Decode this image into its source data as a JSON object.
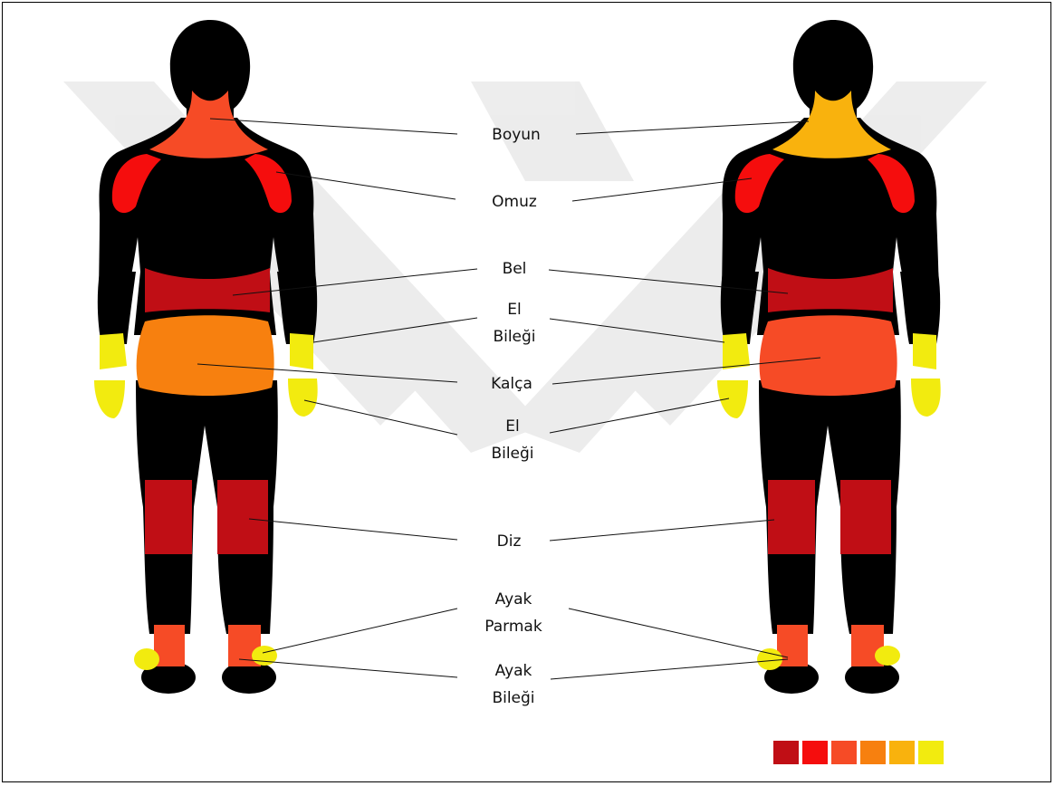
{
  "labels": {
    "neck": "Boyun",
    "shoulder": "Omuz",
    "waist": "Bel",
    "wrist_1_a": "El",
    "wrist_1_b": "Bileği",
    "hip": "Kalça",
    "wrist_2_a": "El",
    "wrist_2_b": "Bileği",
    "knee": "Diz",
    "toe_a": "Ayak",
    "toe_b": "Parmak",
    "ankle_a": "Ayak",
    "ankle_b": "Bileği"
  },
  "palette": [
    "#c00e15",
    "#f50d0d",
    "#f64b26",
    "#f7800f",
    "#f9b20d",
    "#f2eb0f"
  ],
  "colors": {
    "body": "#000000",
    "left_figure": {
      "neck": "#f64b26",
      "shoulder": "#f50d0d",
      "waist": "#c00e15",
      "hip": "#f7800f",
      "wrist": "#f2eb0f",
      "hand": "#f2eb0f",
      "knee": "#c00e15",
      "ankle": "#f64b26",
      "toe": "#f2eb0f"
    },
    "right_figure": {
      "neck": "#f9b20d",
      "shoulder": "#f50d0d",
      "waist": "#c00e15",
      "hip": "#f64b26",
      "wrist": "#f2eb0f",
      "hand": "#f2eb0f",
      "knee": "#c00e15",
      "ankle": "#f64b26",
      "toe": "#f2eb0f"
    }
  }
}
